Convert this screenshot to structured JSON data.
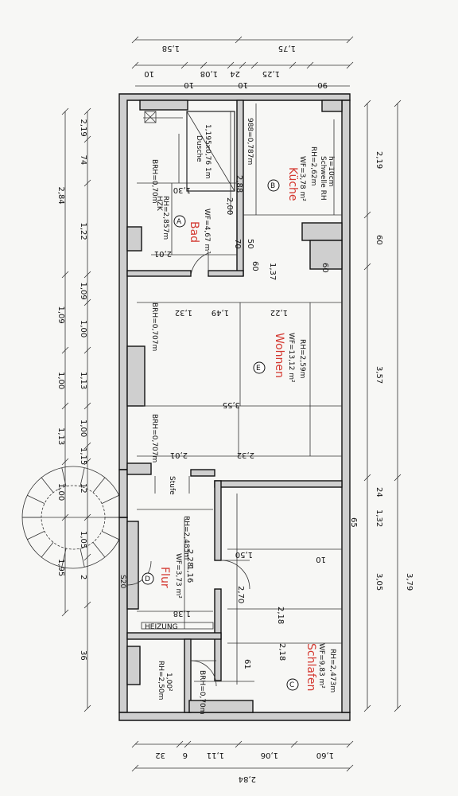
{
  "rooms": {
    "bad": {
      "letter": "A",
      "name": "Bad",
      "area": "WF=4,67 m²",
      "height": "RH=2,857m"
    },
    "kueche": {
      "letter": "B",
      "name": "Küche",
      "area": "WF=3,78 m²",
      "height": "RH=2,62m",
      "note1": "Schwelle RH",
      "note2": "h=10cm"
    },
    "wohnen": {
      "letter": "E",
      "name": "Wohnen",
      "area": "WF=13,12 m²",
      "height": "RH=2,59m"
    },
    "flur": {
      "letter": "D",
      "name": "Flur",
      "area": "WF=3,73 m²",
      "height": "RH=2,485m"
    },
    "schlafen": {
      "letter": "C",
      "name": "Schlafen",
      "area": "WF=9,83 m²",
      "height": "RH=2,473m"
    },
    "wc": {
      "height": "RH=2,50m",
      "dim": "1,00²"
    }
  },
  "annotations": {
    "dusche": "Dusche",
    "dusche_size": "1,195x0,76 1m",
    "hzk": "HZK",
    "stufe": "Stufe",
    "brh1": "BRH=0,707m",
    "brh2": "BRH=0,707m",
    "brh3": "BRH=0,70m",
    "brh_flur": "BRH=0,70m",
    "dim_988": "988=0,787m",
    "s20": "S20",
    "heizung": "HEIZUNG"
  },
  "dims": {
    "left": [
      "2,19",
      "74",
      "1,22",
      "1,09",
      "1,00",
      "1,13",
      "1,00",
      "1,15",
      "12",
      "1,05",
      "2",
      "36"
    ],
    "left_outer": [
      "2,84",
      "1,09",
      "1,00",
      "1,13",
      "1,00",
      "1,95"
    ],
    "right": [
      "2,19",
      "60",
      "3,57",
      "3,05",
      "3,79",
      "24",
      "1,32"
    ],
    "top": [
      "1,58",
      "1,75",
      "10",
      "1,08",
      "24",
      "1,25",
      "10",
      "10",
      "90"
    ],
    "bottom": [
      "32",
      "6",
      "1,11",
      "1,06",
      "1,60",
      "2,84"
    ],
    "interior": [
      "2,01",
      "1,30",
      "2,00",
      "1,32",
      "1,49",
      "1,22",
      "2,88",
      "3,55",
      "2,01",
      "2,32",
      "1,38",
      "2,18",
      "2,18",
      "1,50",
      "61",
      "2,70",
      "2,28",
      "1,16",
      "1,37",
      "60",
      "60",
      "70",
      "50",
      "65",
      "10"
    ]
  }
}
